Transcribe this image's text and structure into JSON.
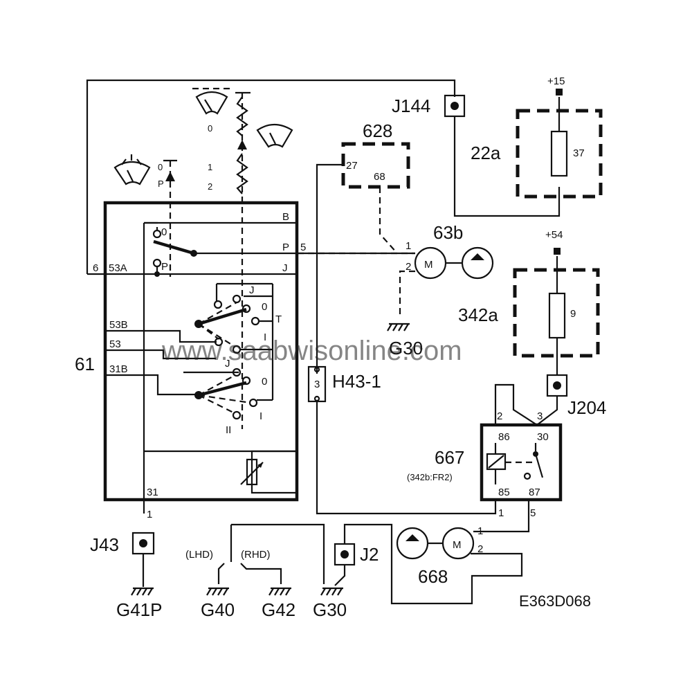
{
  "diagram": {
    "code": "E363D068",
    "watermark": "www.saabwisonline.com",
    "components": {
      "switch_61": {
        "label": "61"
      },
      "fuse_box_628": {
        "label": "628",
        "pin_27": "27",
        "pin_68": "68"
      },
      "wiper_motor": {
        "label": "63b",
        "symbol": "M",
        "pin_1": "1",
        "pin_2": "2"
      },
      "washer_pump": {
        "label": "668",
        "symbol": "M",
        "pin_1": "1",
        "pin_2": "2"
      },
      "fuse_22a": {
        "label": "22a",
        "fuse": "37",
        "supply": "+15"
      },
      "fuse_342a": {
        "label": "342a",
        "fuse": "9",
        "supply": "+54"
      },
      "relay_667": {
        "label": "667",
        "sublabel": "(342b:FR2)",
        "pin_86": "86",
        "pin_30": "30",
        "pin_85": "85",
        "pin_87": "87",
        "pin_2": "2",
        "pin_3": "3",
        "pin_1": "1",
        "pin_5": "5"
      },
      "connector_h43": {
        "label": "H43-1",
        "pin": "3"
      }
    },
    "junctions": {
      "j144": "J144",
      "j204": "J204",
      "j43": "J43",
      "j2": "J2"
    },
    "grounds": {
      "g41p": "G41P",
      "g40": "G40",
      "g42": "G42",
      "g30_bottom": "G30",
      "g30_motor": "G30"
    },
    "switch_terminals": {
      "b": "B",
      "p": "P",
      "p_pin": "5",
      "j": "J",
      "pin_6": "6",
      "t53a": "53A",
      "t53b": "53B",
      "t53": "53",
      "t31b": "31B",
      "t31": "31",
      "pin_1": "1",
      "pos_0": "0",
      "pos_p": "P",
      "pos_j": "J",
      "pos_0b": "0",
      "pos_t": "T",
      "pos_i": "I",
      "pos_j2": "J",
      "pos_0c": "0",
      "pos_i2": "I",
      "pos_ii": "II"
    },
    "wiper_positions": {
      "top_0": "0",
      "p_0": "0",
      "p_p": "P",
      "n1": "1",
      "n2": "2"
    },
    "hand_drive": {
      "lhd": "(LHD)",
      "rhd": "(RHD)"
    }
  }
}
